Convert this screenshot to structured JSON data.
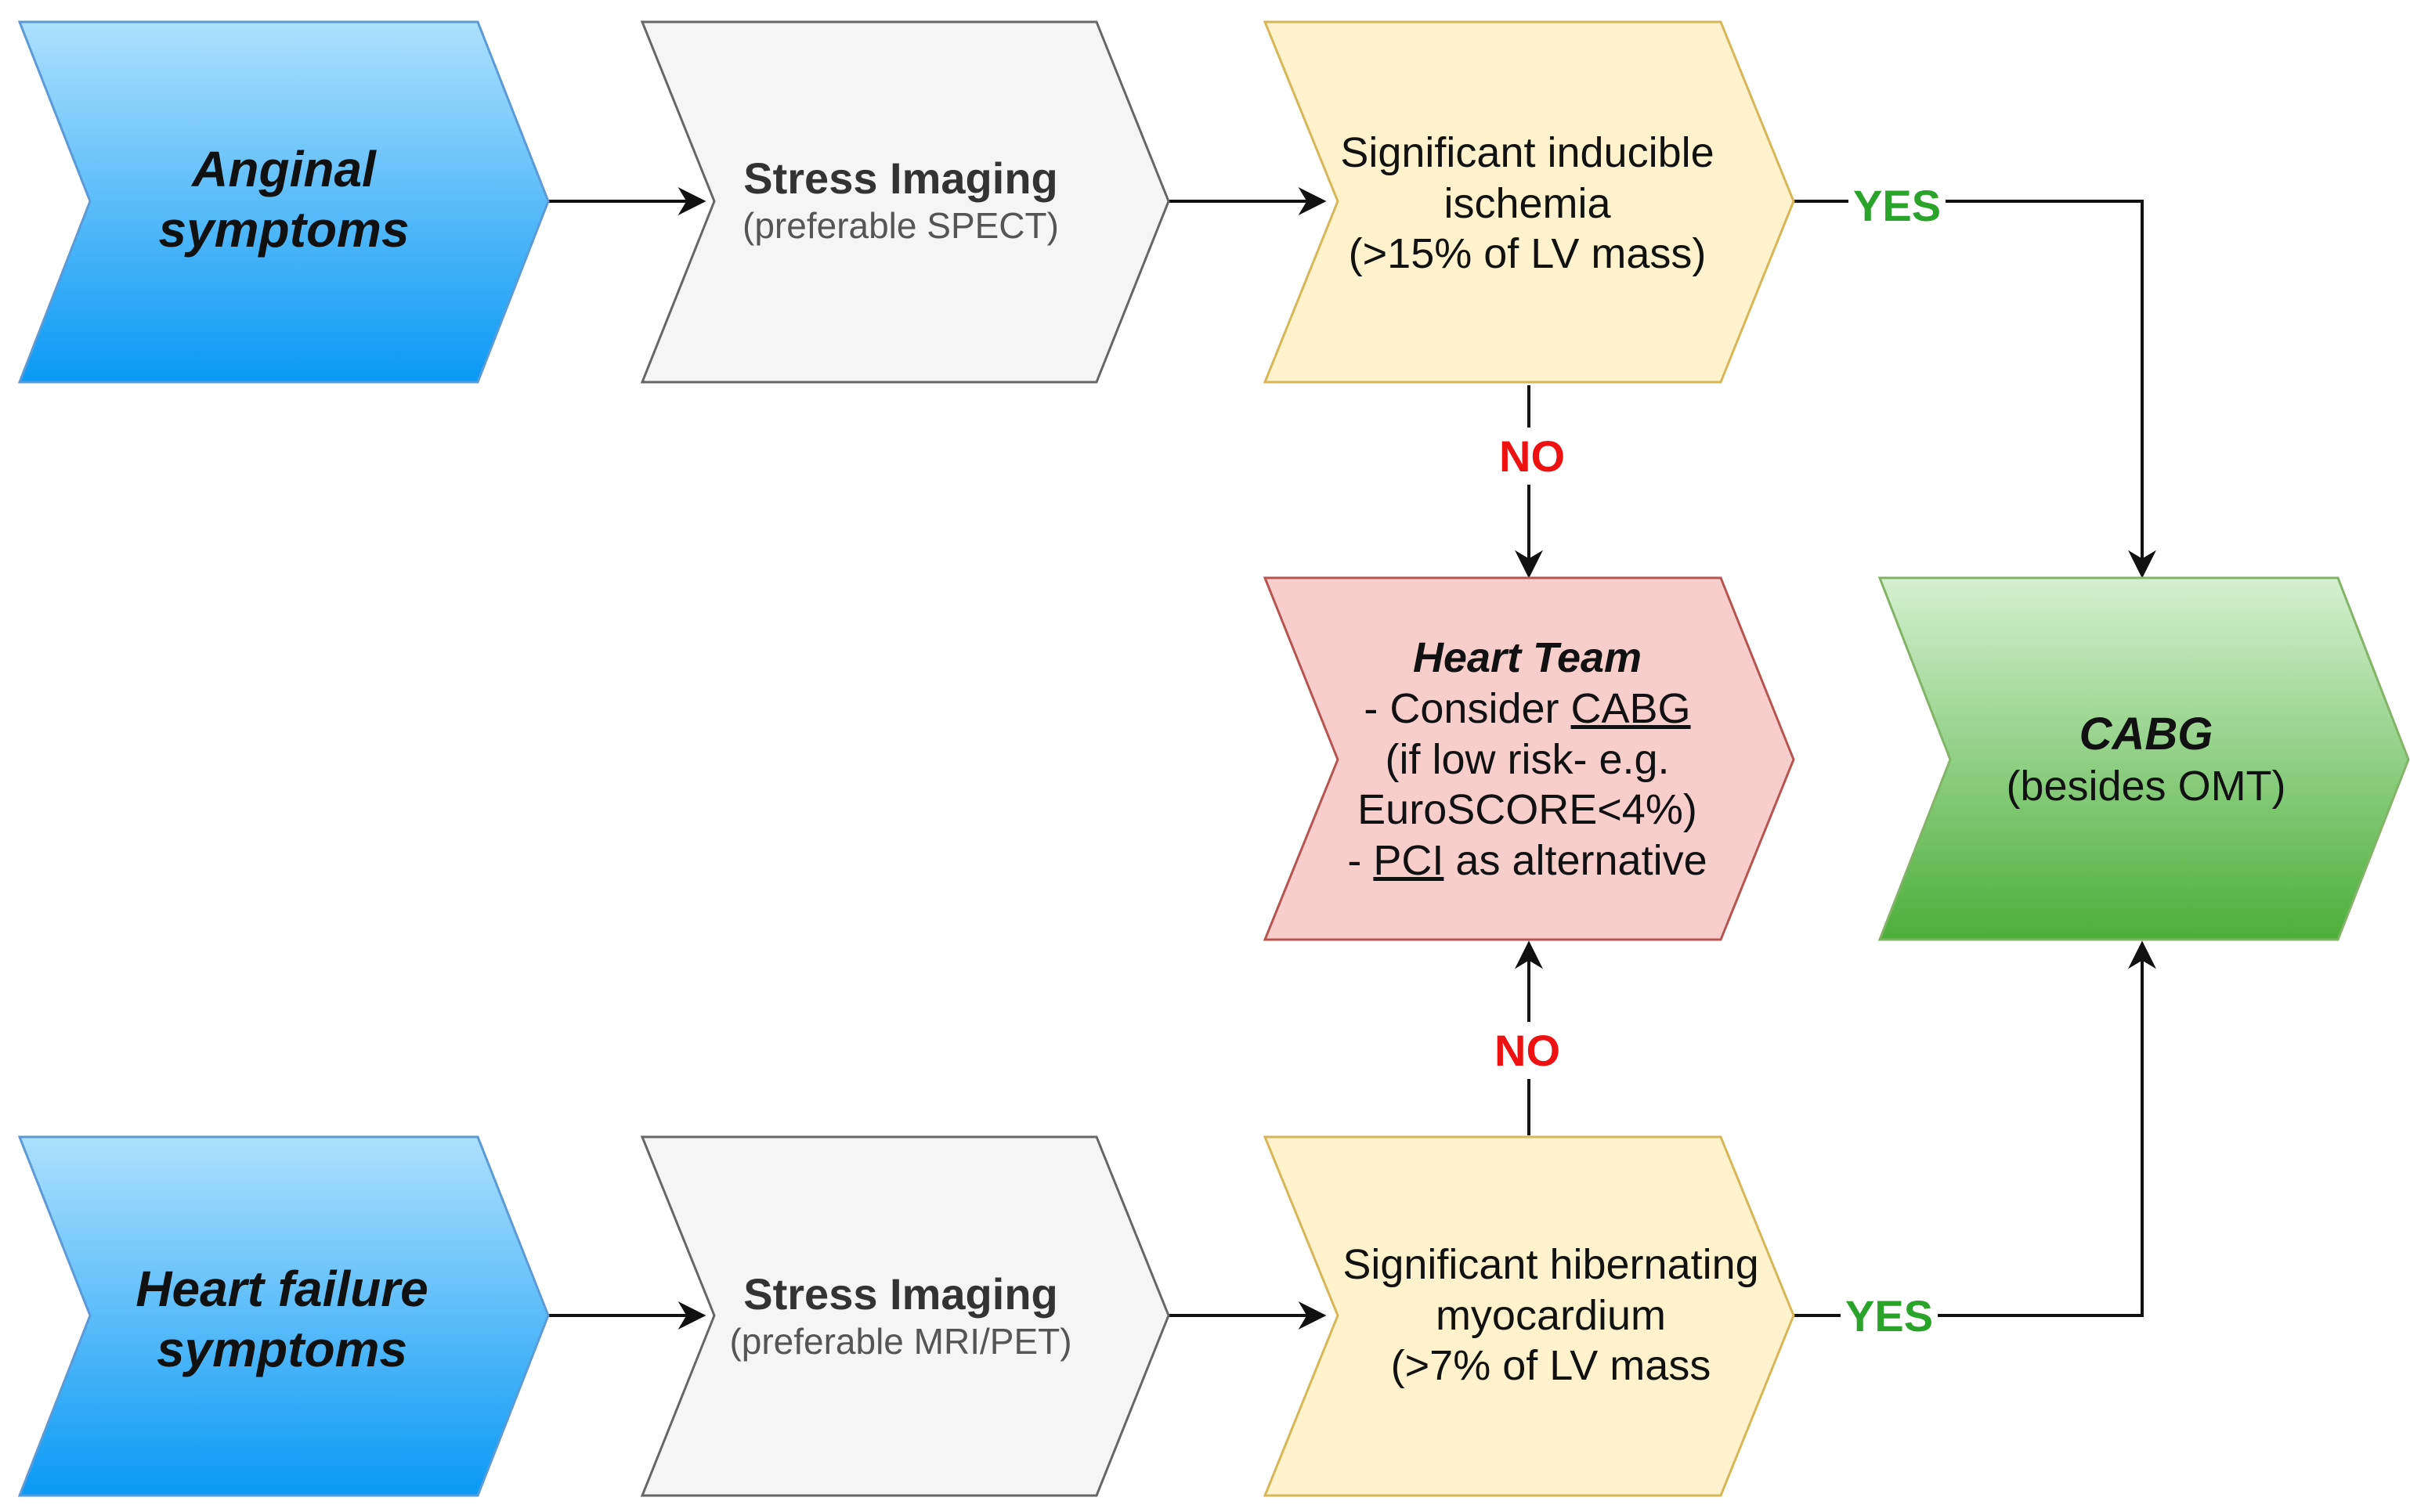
{
  "nodes": {
    "angina": {
      "line1": "Anginal",
      "line2": "symptoms"
    },
    "hf": {
      "line1": "Heart failure",
      "line2": "symptoms"
    },
    "stress_top": {
      "title": "Stress Imaging",
      "subtitle": "(preferable SPECT)"
    },
    "stress_bottom": {
      "title": "Stress Imaging",
      "subtitle": "(preferable MRI/PET)"
    },
    "ischemia": {
      "line1": "Significant inducible",
      "line2": "ischemia",
      "line3": "(>15% of LV mass)"
    },
    "hibernating": {
      "line1": "Significant hibernating",
      "line2": "myocardium",
      "line3": "(>7% of LV mass"
    },
    "heart_team": {
      "title": "Heart Team",
      "l1_prefix": "- Consider ",
      "l1_link": "CABG",
      "l2": "(if low risk- e.g.",
      "l3": "EuroSCORE<4%)",
      "l4_prefix": "- ",
      "l4_link": "PCI",
      "l4_suffix": " as alternative"
    },
    "cabg": {
      "title": "CABG",
      "subtitle": "(besides OMT)"
    }
  },
  "edges": {
    "yes_top": "YES",
    "yes_bottom": "YES",
    "no_top": "NO",
    "no_bottom": "NO"
  },
  "colors": {
    "blue_top": "#ade0fd",
    "blue_bottom": "#0999f5",
    "blue_stroke": "#5b9ad6",
    "gray_fill": "#f5f5f5",
    "gray_stroke": "#666666",
    "yellow_fill": "#fff2cc",
    "yellow_stroke": "#d6b656",
    "red_fill": "#f8cecc",
    "red_stroke": "#b85450",
    "green_top": "#d5f0d0",
    "green_bottom": "#4caf3a",
    "green_stroke": "#82b366",
    "yes": "#2aa32a",
    "no": "#ee1111"
  }
}
